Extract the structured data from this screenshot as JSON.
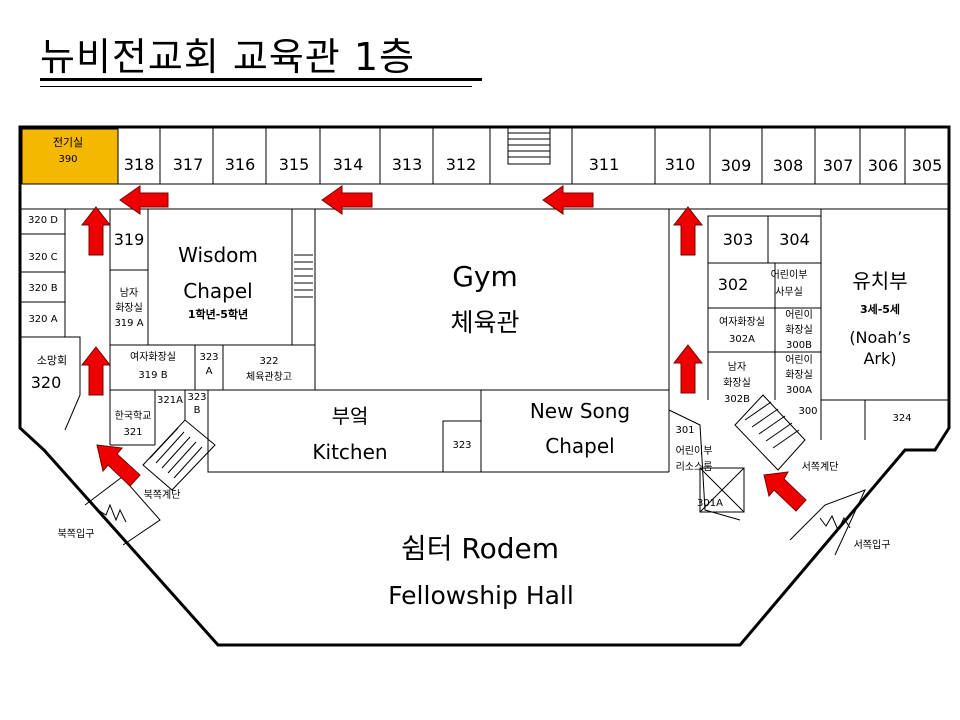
{
  "title": "뉴비전교회 교육관 1층",
  "colors": {
    "electrical_room": "#f5b800",
    "arrow": "#ee0000",
    "line": "#000000"
  },
  "top_rooms": {
    "electrical": {
      "name": "전기실",
      "number": "390"
    },
    "r318": "318",
    "r317": "317",
    "r316": "316",
    "r315": "315",
    "r314": "314",
    "r313": "313",
    "r312": "312",
    "r311": "311",
    "r310": "310",
    "r309": "309",
    "r308": "308",
    "r307": "307",
    "r306": "306",
    "r305": "305"
  },
  "left_rooms": {
    "r320D": "320 D",
    "r320C": "320 C",
    "r320B": "320 B",
    "r320A": "320 A",
    "r320_name": "소망회",
    "r320_num": "320",
    "r319": "319",
    "r319A_name1": "남자",
    "r319A_name2": "화장실",
    "r319A_num": "319 A",
    "r319B_name": "여자화장실",
    "r319B_num": "319 B",
    "r323A_num": "323",
    "r323A_letter": "A",
    "r322_num": "322",
    "r322_name": "체육관창고",
    "r321_name": "한국학교",
    "r321_num": "321",
    "r321A": "321A",
    "r323B_num": "323",
    "r323B_letter": "B"
  },
  "wisdom": {
    "en1": "Wisdom",
    "en2": "Chapel",
    "grades": "1학년-5학년"
  },
  "gym": {
    "en": "Gym",
    "ko": "체육관"
  },
  "kitchen": {
    "ko": "부엌",
    "en": "Kitchen"
  },
  "r323": "323",
  "newsong": {
    "en1": "New Song",
    "en2": "Chapel"
  },
  "right_rooms": {
    "r303": "303",
    "r304": "304",
    "r302": "302",
    "office1": "어린이부",
    "office2": "사무실",
    "r302A_name": "여자화장실",
    "r302A_num": "302A",
    "r302B_name1": "남자",
    "r302B_name2": "화장실",
    "r302B_num": "302B",
    "r300B_name1": "어린이",
    "r300B_name2": "화장실",
    "r300B_num": "300B",
    "r300A_name1": "어린이",
    "r300A_name2": "화장실",
    "r300A_num": "300A",
    "r300": "300",
    "r324": "324",
    "r301": "301",
    "r301_name1": "어린이부",
    "r301_name2": "리소스룸",
    "r301A": "301A"
  },
  "preschool": {
    "ko": "유치부",
    "ages": "3세-5세",
    "en1": "(Noah’s",
    "en2": "Ark)"
  },
  "stairs": {
    "north": "북쪽계단",
    "west": "서쪽계단"
  },
  "entrances": {
    "north": "북쪽입구",
    "west": "서쪽입구"
  },
  "fellowship": {
    "ko_en": "쉼터 Rodem",
    "en": "Fellowship Hall"
  }
}
